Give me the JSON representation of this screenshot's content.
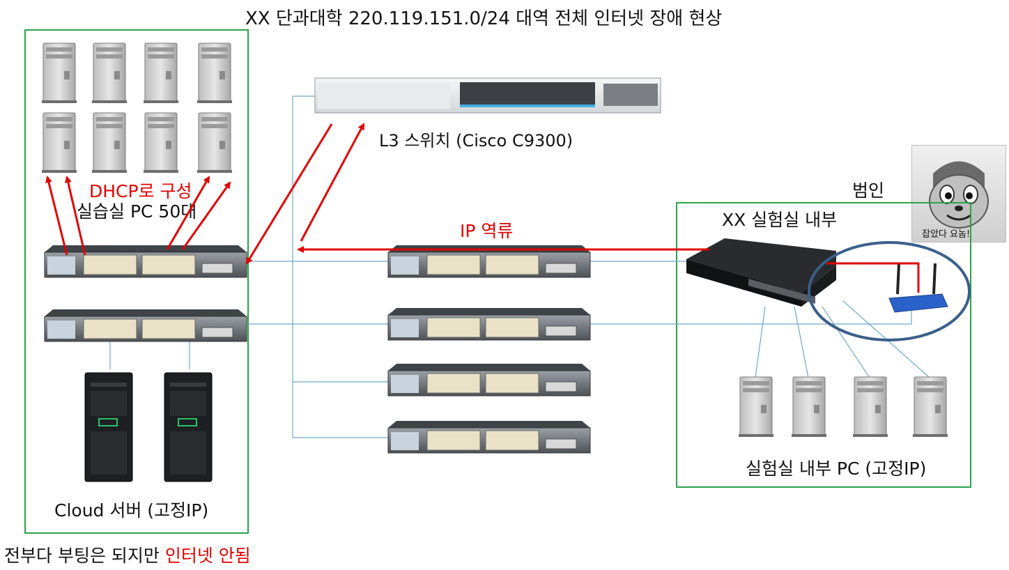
{
  "title": "XX 단과대학 220.119.151.0/24 대역 전체 인터넷 장애 현상",
  "l3_switch_label": "L3 스위치 (Cisco C9300)",
  "dhcp_label": "DHCP로 구성",
  "lab_pc_label": "실습실 PC 50대",
  "ip_reverse_label": "IP 역류",
  "culprit_label": "범인",
  "culprit_caption": "잡았다 요놈!",
  "lab_inside_label": "XX 실험실 내부",
  "cloud_server_label": "Cloud 서버 (고정IP)",
  "lab_inside_pc_label": "실험실 내부 PC (고정IP)",
  "bottom_note_prefix": "전부다 부팅은 되지만 ",
  "bottom_note_highlight": "인터넷 안됨",
  "colors": {
    "arrow_red": "#e00000",
    "box_green": "#2aa24a",
    "ellipse_blue": "#3a5f8a",
    "link_blue": "#6fa8c8"
  }
}
